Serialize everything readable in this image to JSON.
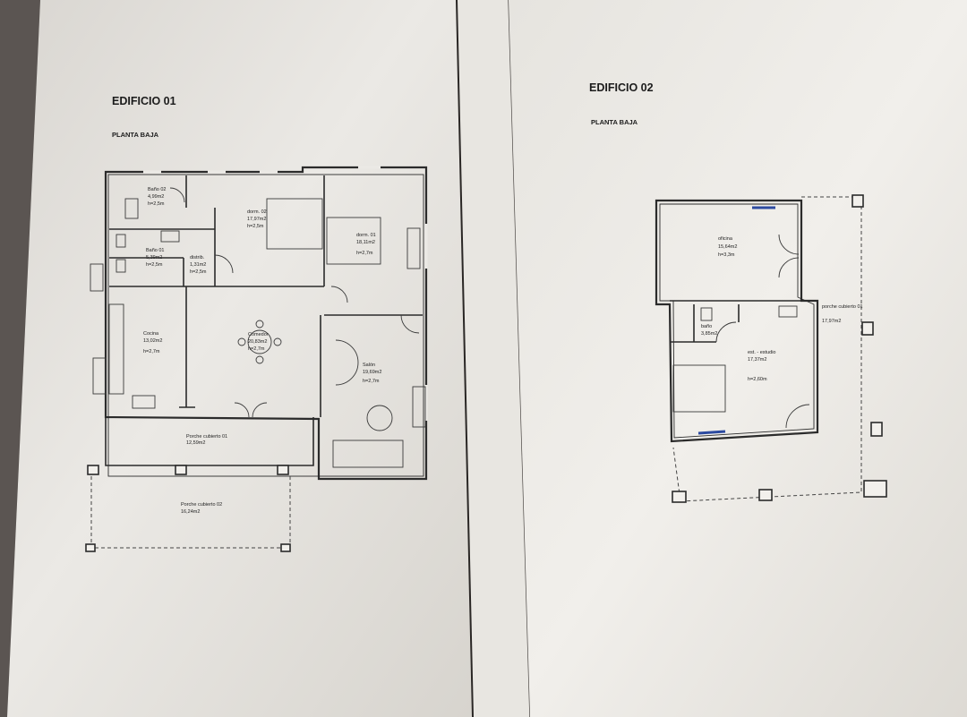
{
  "sheets": [
    {
      "title": "EDIFICIO 01",
      "subtitle": "PLANTA BAJA",
      "rooms": [
        {
          "name": "Baño 02",
          "area": "4,99m2",
          "height": "h=2,5m"
        },
        {
          "name": "dorm. 02",
          "area": "17,97m2",
          "height": "h=2,5m"
        },
        {
          "name": "dorm. 01",
          "area": "18,11m2",
          "height": "h=2,7m"
        },
        {
          "name": "Baño 01",
          "area": "5,39m2",
          "height": "h=2,5m"
        },
        {
          "name": "distrib.",
          "area": "1,31m2",
          "height": "h=2,5m"
        },
        {
          "name": "Cocina",
          "area": "13,02m2",
          "height": "h=2,7m"
        },
        {
          "name": "Comedor",
          "area": "20,83m2",
          "height": "h=2,7m"
        },
        {
          "name": "Salón",
          "area": "19,69m2",
          "height": "h=2,7m"
        },
        {
          "name": "Porche cubierto 01",
          "area": "12,59m2",
          "height": ""
        },
        {
          "name": "Porche cubierto 02",
          "area": "16,24m2",
          "height": ""
        }
      ]
    },
    {
      "title": "EDIFICIO 02",
      "subtitle": "PLANTA BAJA",
      "rooms": [
        {
          "name": "oficina",
          "area": "15,64m2",
          "height": "h=3,3m"
        },
        {
          "name": "porche cubierto 01",
          "area": "17,97m2",
          "height": ""
        },
        {
          "name": "baño",
          "area": "3,85m2",
          "height": ""
        },
        {
          "name": "est. - estudio",
          "area": "17,37m2",
          "height": "h=2,60m"
        }
      ]
    }
  ]
}
